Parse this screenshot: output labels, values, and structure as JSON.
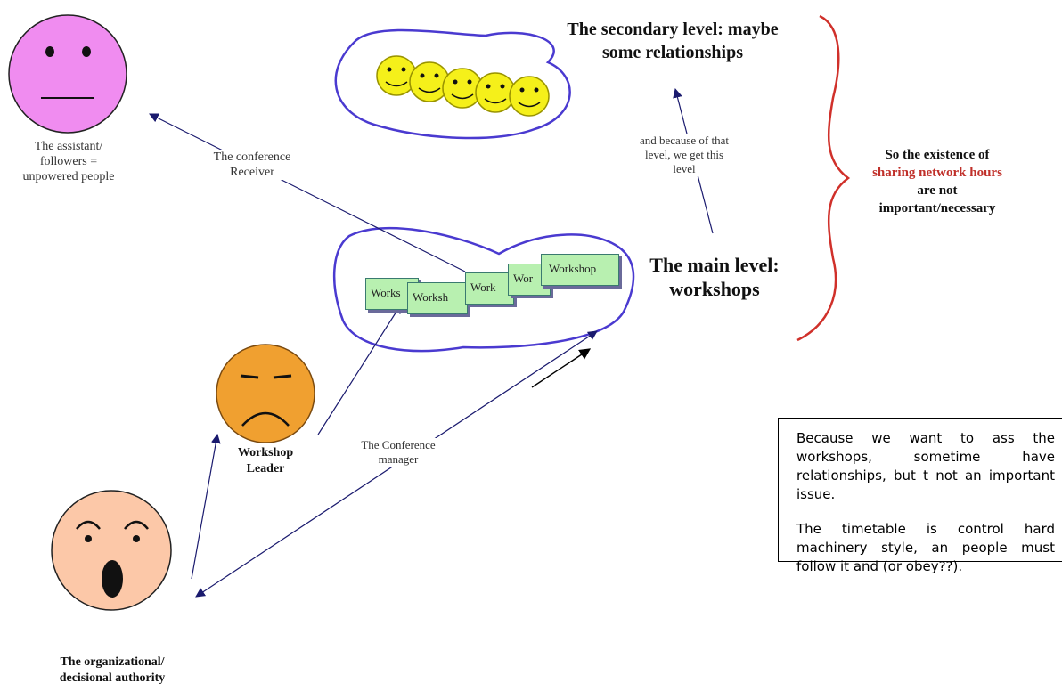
{
  "labels": {
    "assistant": [
      "The assistant/",
      "followers =",
      "unpowered people"
    ],
    "conference_receiver": [
      "The conference",
      "Receiver"
    ],
    "secondary_level": [
      "The secondary level: maybe",
      "some relationships"
    ],
    "because_of_level": [
      "and because of that",
      "level, we get this",
      "level"
    ],
    "existence": {
      "line1": "So the existence of",
      "highlight": "sharing network hours",
      "line3": "are not",
      "line4": "important/necessary"
    },
    "main_level": [
      "The main level:",
      "workshops"
    ],
    "conference_manager": [
      "The Conference",
      "manager"
    ],
    "workshop_leader": [
      "Workshop",
      "Leader"
    ],
    "authority": [
      "The organizational/",
      "decisional authority"
    ]
  },
  "workshop_cards": [
    "Works",
    "Worksh",
    "Work",
    "Wor",
    "Workshop"
  ],
  "note": {
    "p1": "Because we want to ass the workshops, sometime have relationships, but t not an important issue.",
    "p2": "The timetable is control hard machinery style, an people must follow it and (or obey??)."
  },
  "colors": {
    "assistant_face": "#f08cf0",
    "leader_face": "#f0a030",
    "authority_face": "#fcc8a8",
    "smiley": "#f5f01a",
    "workshop_card": "#b8f0b0",
    "cluster_outline": "#4a3ad0",
    "brace": "#d0302a",
    "arrow": "#1a1a6e"
  }
}
